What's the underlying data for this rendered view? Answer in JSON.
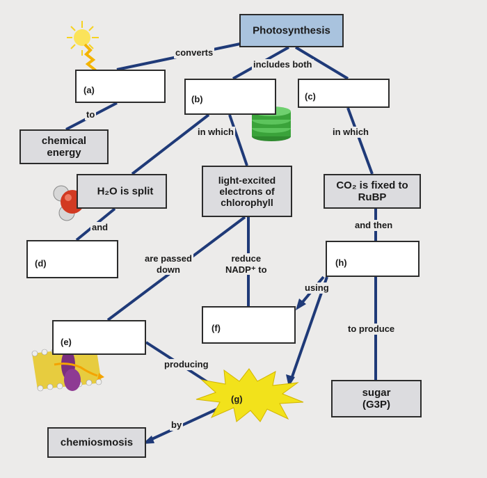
{
  "title": "Photosynthesis",
  "boxes": {
    "photosynthesis": "Photosynthesis",
    "chemical_energy": "chemical\nenergy",
    "h2o_split": "H₂O is split",
    "light_excited": "light-excited\nelectrons of\nchlorophyll",
    "co2_fixed": "CO₂ is fixed to\nRuBP",
    "sugar": "sugar\n(G3P)",
    "chemiosmosis": "chemiosmosis"
  },
  "blanks": {
    "a": "(a)",
    "b": "(b)",
    "c": "(c)",
    "d": "(d)",
    "e": "(e)",
    "f": "(f)",
    "g": "(g)",
    "h": "(h)"
  },
  "links": {
    "converts": "converts",
    "includes_both": "includes both",
    "to": "to",
    "in_which_b": "in which",
    "in_which_c": "in which",
    "and": "and",
    "and_then": "and then",
    "are_passed_down": "are passed\ndown",
    "reduce_nadp": "reduce\nNADP⁺ to",
    "using": "using",
    "to_produce": "to produce",
    "producing": "producing",
    "by": "by"
  },
  "colors": {
    "connector": "#1f3a78",
    "title_box": "#a9c3de",
    "term_box": "#dcdcdf",
    "blank_box": "#ffffff",
    "sun": "#f6d21f",
    "burst": "#f2e21b",
    "chloroplast": "#3aa33a"
  },
  "icons": [
    "sun-icon",
    "thylakoid-stack-icon",
    "water-molecule-icon",
    "membrane-protein-icon",
    "energy-burst-icon"
  ]
}
